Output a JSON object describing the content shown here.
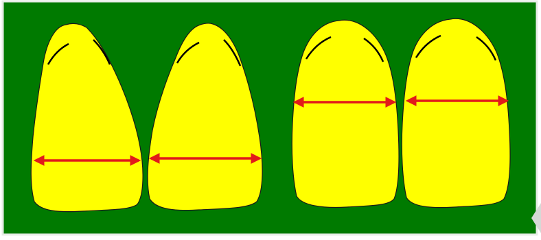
{
  "colors": {
    "background": "#ffffff",
    "board": "#007a00",
    "board_border": "#e6ece6",
    "tooth_fill": "#ffff00",
    "tooth_shadow": "#000000",
    "arrow": "#e21a1a",
    "corner_mark": "#d6d9d6"
  },
  "groups": [
    {
      "id": "tapered-pair",
      "tooth_shape": "tapered",
      "widest_point": "cervical",
      "teeth": 2
    },
    {
      "id": "square-pair",
      "tooth_shape": "ovoid-square",
      "widest_point": "mid-crown",
      "teeth": 2
    }
  ]
}
